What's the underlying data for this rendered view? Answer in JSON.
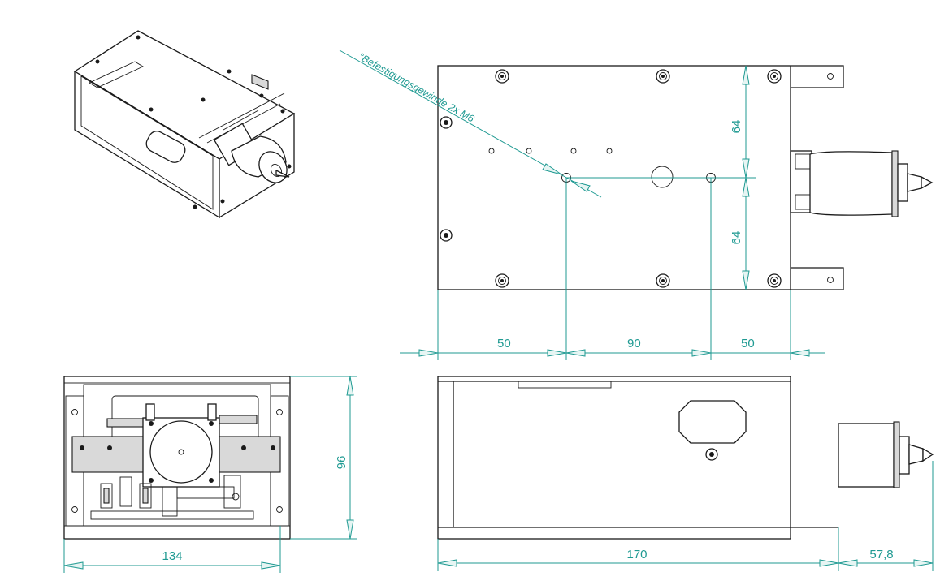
{
  "annotation": "°Befestigungsgewinde 2x M6",
  "dimensions": {
    "top_left_offset": "50",
    "hole_spacing": "90",
    "top_right_offset": "50",
    "upper_height": "64",
    "lower_height": "64",
    "front_height": "96",
    "front_width": "134",
    "side_length": "170",
    "probe_length": "57,8"
  },
  "colors": {
    "dimension": "#1f9a92",
    "outline": "#1a1a1a"
  }
}
